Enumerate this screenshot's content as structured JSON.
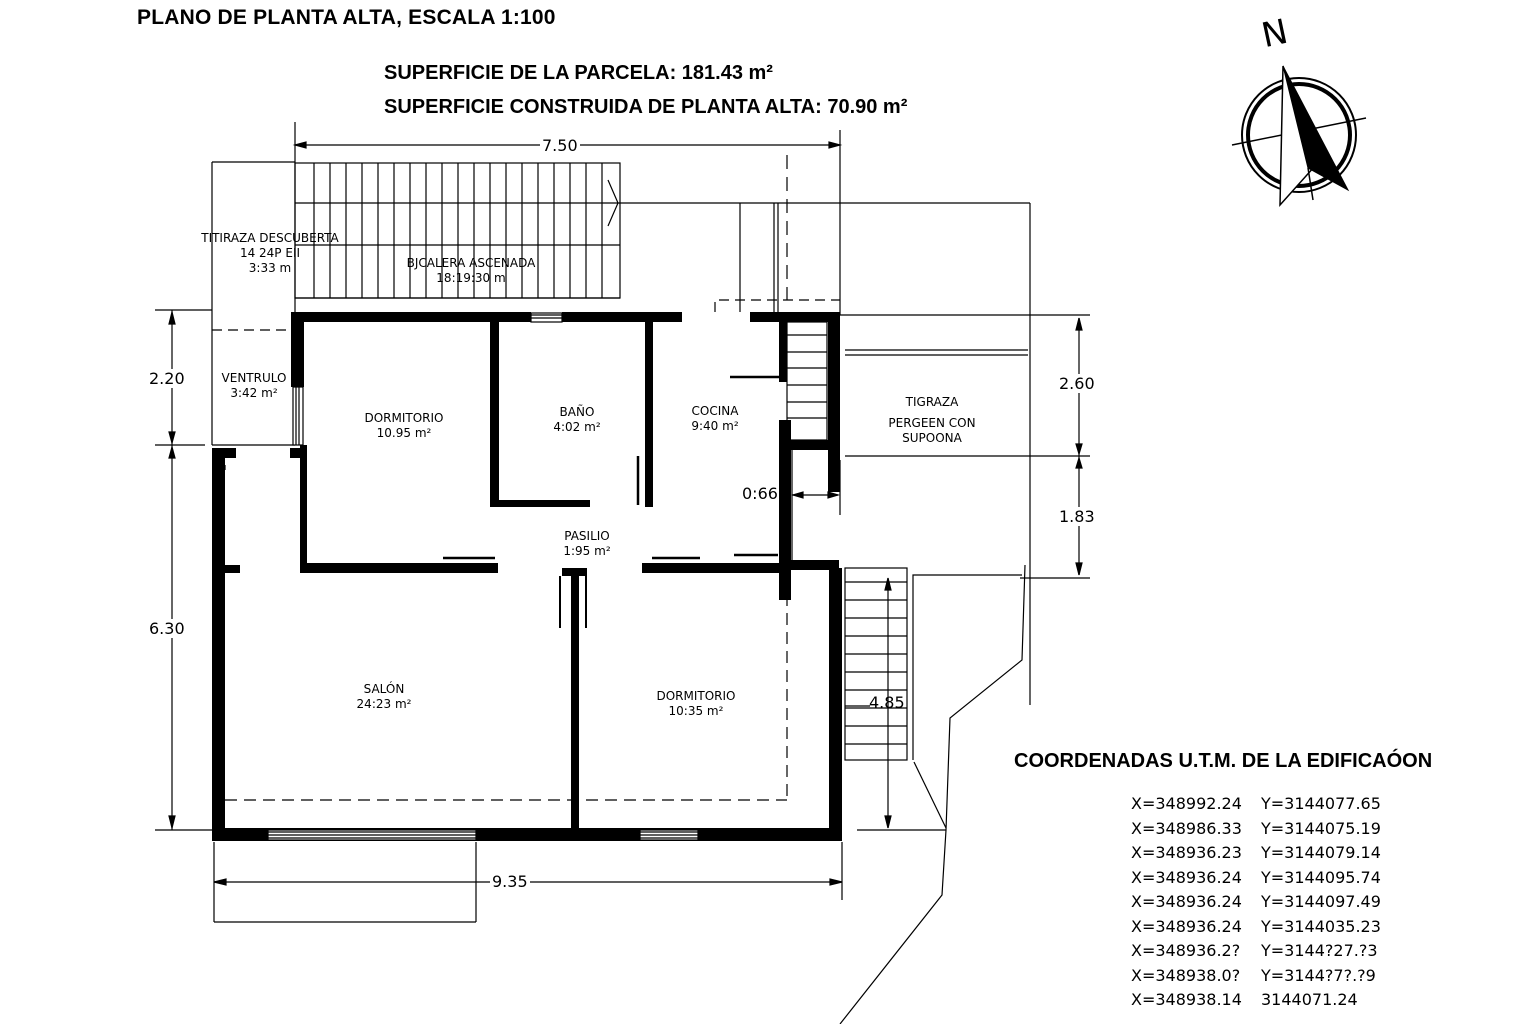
{
  "header": {
    "title": "PLANO DE PLANTA ALTA, ESCALA 1:100",
    "parcel_area": "SUPERFICIE DE LA PARCELA: 181.43 m²",
    "built_area": "SUPERFICIE CONSTRUIDA DE PLANTA ALTA: 70.90 m²"
  },
  "north_arrow": {
    "label": "N",
    "icon": "north-arrow-icon"
  },
  "rooms": {
    "terraza_descubierta": {
      "name": "TITIRAZA DESCUBERTA",
      "line2": "14 24P EII",
      "area": "3:33 m"
    },
    "escalera": {
      "name": "BJCALERA ASCENADA",
      "area": "18:19:30 m"
    },
    "vestibulo": {
      "name": "VENTRULO",
      "area": "3:42 m²"
    },
    "dormitorio1": {
      "name": "DORMITORIO",
      "area": "10.95 m²"
    },
    "bano": {
      "name": "BAÑO",
      "area": "4:02 m²"
    },
    "cocina": {
      "name": "COCINA",
      "area": "9:40 m²"
    },
    "terraza": {
      "name": "TIGRAZA",
      "line2": "PERGEEN CON",
      "line3": "SUPOONA"
    },
    "pasillo": {
      "name": "PASILIO",
      "area": "1:95 m²"
    },
    "salon": {
      "name": "SALÓN",
      "area": "24:23 m²"
    },
    "dormitorio2": {
      "name": "DORMITORIO",
      "area": "10:35 m²"
    }
  },
  "dimensions": {
    "top_width": "7.50",
    "bottom_width": "9.35",
    "left_upper": "2.20",
    "left_lower": "6.30",
    "right_upper": "2.60",
    "right_lower": "1.83",
    "kitchen_gap": "0:66",
    "stair_length": "4.85"
  },
  "coordinates": {
    "title": "COORDENADAS U.T.M. DE LA EDIFICAÓON",
    "rows": [
      {
        "x": "X=348992.24",
        "y": "Y=3144077.65"
      },
      {
        "x": "X=348986.33",
        "y": "Y=3144075.19"
      },
      {
        "x": "X=348936.23",
        "y": "Y=3144079.14"
      },
      {
        "x": "X=348936.24",
        "y": "Y=3144095.74"
      },
      {
        "x": "X=348936.24",
        "y": "Y=3144097.49"
      },
      {
        "x": "X=348936.24",
        "y": "Y=3144035.23"
      },
      {
        "x": "X=348936.2?",
        "y": "Y=3144?27.?3"
      },
      {
        "x": "X=348938.0?",
        "y": "Y=3144?7?.?9"
      },
      {
        "x": "X=348938.14",
        "y": "3144071.24"
      }
    ]
  },
  "colors": {
    "ink": "#000000",
    "paper": "#ffffff"
  }
}
